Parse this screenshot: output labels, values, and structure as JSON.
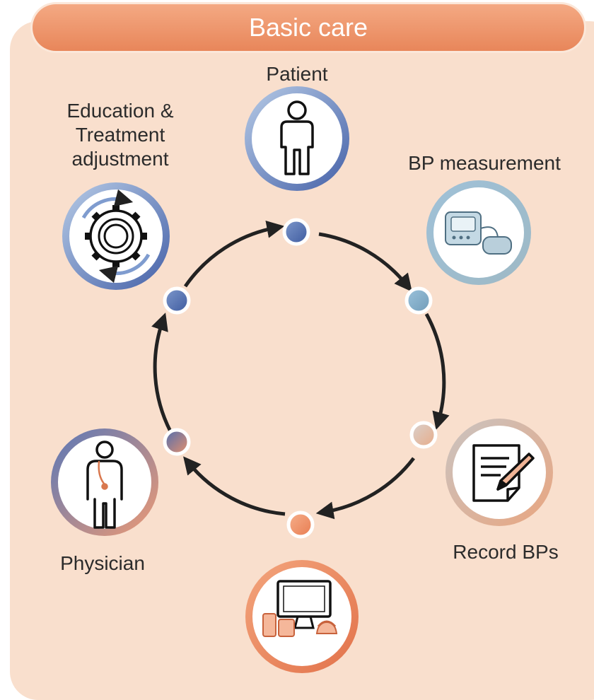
{
  "title": "Basic care",
  "nodes": {
    "patient": "Patient",
    "bp_measurement": "BP measurement",
    "record_bps": "Record BPs",
    "physician": "Physician",
    "education_lines": [
      "Education &",
      "Treatment",
      "adjustment"
    ]
  },
  "colors": {
    "background": "#f9dfcd",
    "banner": "#ec8f63",
    "blue": "#4f6fb3",
    "orange": "#ea8356",
    "arrow": "#222222"
  }
}
